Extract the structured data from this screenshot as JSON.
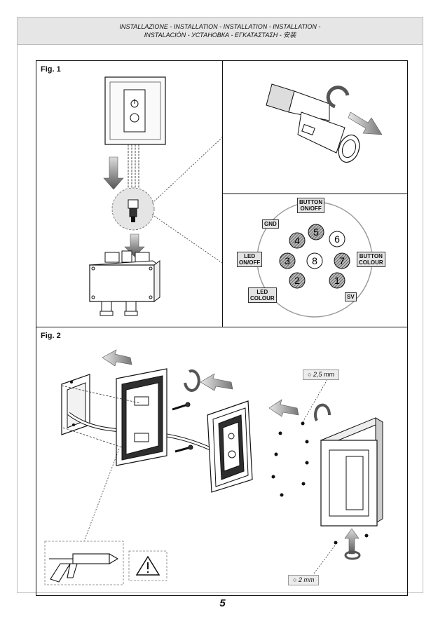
{
  "header": {
    "line1": "INSTALLAZIONE - INSTALLATION - INSTALLATION - INSTALLATION -",
    "line2": "INSTALACIÓN - УСТАНОВКА - ΕΓΚΑΤΑΣΤΑΣΗ - 安装"
  },
  "fig1": {
    "label": "Fig. 1"
  },
  "fig2": {
    "label": "Fig. 2"
  },
  "connector": {
    "labels": {
      "button_onoff": "BUTTON\nON/OFF",
      "gnd": "GND",
      "led_onoff": "LED\nON/OFF",
      "button_colour": "BUTTON\nCOLOUR",
      "led_colour": "LED\nCOLOUR",
      "sv": "SV"
    },
    "pins": [
      "1",
      "2",
      "3",
      "4",
      "5",
      "6",
      "7",
      "8"
    ]
  },
  "dimensions": {
    "upper": "2,5 mm",
    "lower": "2 mm"
  },
  "page_number": "5"
}
